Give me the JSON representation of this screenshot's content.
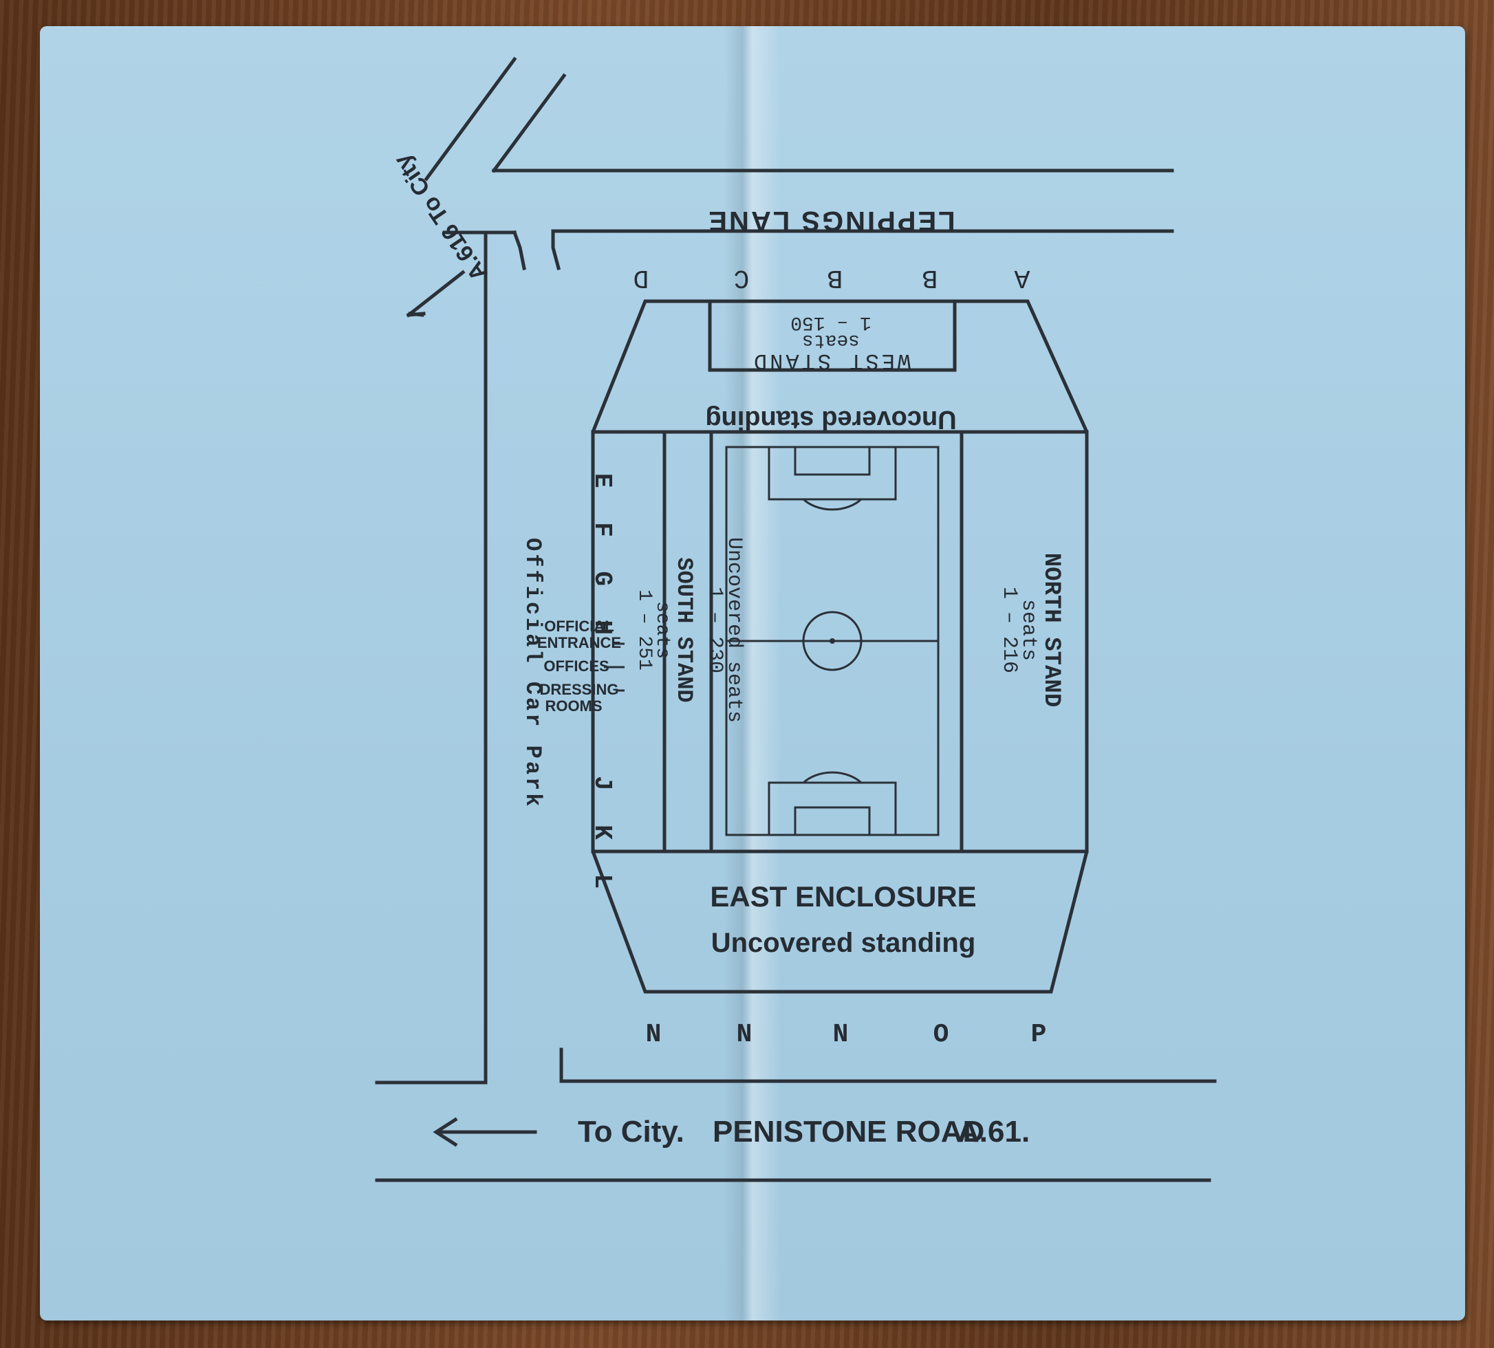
{
  "roads": {
    "top_road": "LEPPINGS LANE",
    "diagonal_road": "A.616 To City",
    "bottom_to_city": "To City.",
    "bottom_road": "PENISTONE ROAD",
    "bottom_road_number": "A.61."
  },
  "stands": {
    "west_stand": {
      "name": "WEST STAND",
      "seats_label": "seats",
      "range": "1 – 150"
    },
    "west_standing": "Uncovered standing",
    "north_stand": {
      "name": "NORTH STAND",
      "seats_label": "seats",
      "range": "1 – 216"
    },
    "south_stand": {
      "name": "SOUTH STAND",
      "seats_label": "seats",
      "range": "1 – 251"
    },
    "south_uncovered": {
      "name": "Uncovered seats",
      "range": "1 – 230"
    },
    "east_enclosure": {
      "name": "EAST ENCLOSURE",
      "sub": "Uncovered standing"
    }
  },
  "car_park": "Official Car Park",
  "facilities": {
    "official_entrance_1": "OFFICIAL",
    "official_entrance_2": "ENTRANCE",
    "offices": "OFFICES",
    "dressing_1": "DRESSING",
    "dressing_2": "ROOMS"
  },
  "gates": {
    "top": [
      "A",
      "B",
      "B",
      "C",
      "D"
    ],
    "left_upper": [
      "E",
      "F",
      "G",
      "H"
    ],
    "left_lower": [
      "J",
      "K",
      "L"
    ],
    "bottom": [
      "N",
      "N",
      "N",
      "O",
      "P"
    ]
  }
}
